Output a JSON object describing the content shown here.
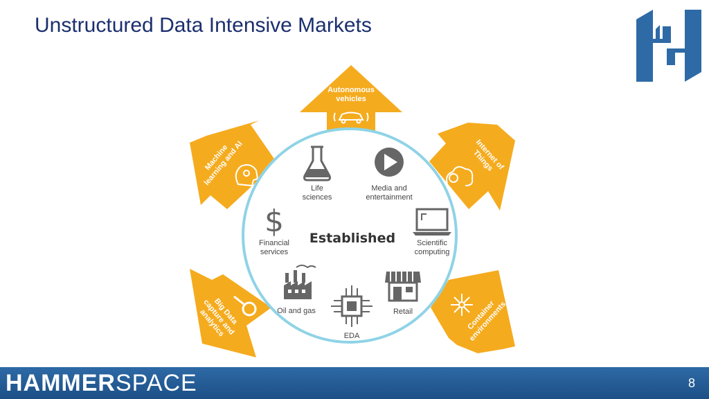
{
  "title": "Unstructured Data Intensive Markets",
  "page_number": "8",
  "brand": {
    "part1": "HAMMER",
    "part2": "SPACE"
  },
  "center_label": "Established",
  "colors": {
    "arrow": "#f5ab1e",
    "circle_border": "#8fd3e6",
    "title": "#1b2f6e",
    "footer": "#2a62a0",
    "logo": "#2e6aa6"
  },
  "arrows": [
    {
      "line1": "Autonomous",
      "line2": "vehicles",
      "icon": "car-icon"
    },
    {
      "line1": "Internet of",
      "line2": "Things",
      "icon": "gear-cloud-icon"
    },
    {
      "line1": "Container",
      "line2": "environments",
      "icon": "network-icon"
    },
    {
      "line1": "Big Data",
      "line2": "capture and",
      "line3": "analytics",
      "icon": "magnifier-icon"
    },
    {
      "line1": "Machine",
      "line2": "learning and AI",
      "icon": "brain-head-icon"
    }
  ],
  "segments": [
    {
      "line1": "Life",
      "line2": "sciences",
      "icon": "flask-icon"
    },
    {
      "line1": "Media and",
      "line2": "entertainment",
      "icon": "play-icon"
    },
    {
      "line1": "Scientific",
      "line2": "computing",
      "icon": "laptop-icon"
    },
    {
      "line1": "Retail",
      "icon": "store-icon"
    },
    {
      "line1": "EDA",
      "icon": "chip-icon"
    },
    {
      "line1": "Oil and gas",
      "icon": "factory-icon"
    },
    {
      "line1": "Financial",
      "line2": "services",
      "icon": "dollar-icon"
    }
  ]
}
